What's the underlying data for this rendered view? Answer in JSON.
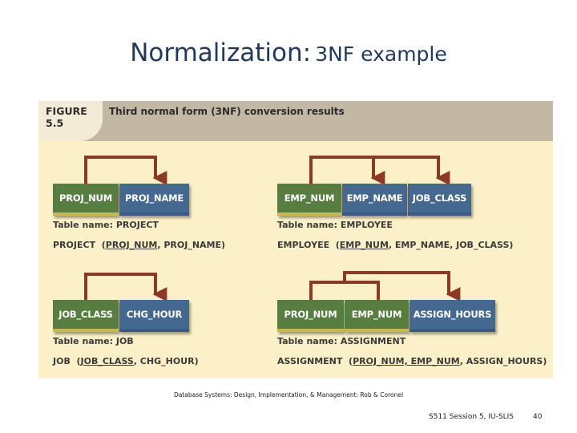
{
  "slide": {
    "title_main": "Normalization:",
    "title_sub": "3NF example"
  },
  "figure": {
    "label_line1": "FIGURE",
    "label_line2": "5.5",
    "title": "Third normal form (3NF) conversion results",
    "tables": [
      {
        "attributes": [
          "PROJ_NUM",
          "PROJ_NAME"
        ],
        "table_name": "Table name: PROJECT",
        "schema_prefix": "PROJECT",
        "schema_key": "PROJ_NUM",
        "schema_rest": ", PROJ_NAME)"
      },
      {
        "attributes": [
          "EMP_NUM",
          "EMP_NAME",
          "JOB_CLASS"
        ],
        "table_name": "Table name: EMPLOYEE",
        "schema_prefix": "EMPLOYEE",
        "schema_key": "EMP_NUM",
        "schema_rest": ", EMP_NAME, JOB_CLASS)"
      },
      {
        "attributes": [
          "JOB_CLASS",
          "CHG_HOUR"
        ],
        "table_name": "Table name: JOB",
        "schema_prefix": "JOB",
        "schema_key": "JOB_CLASS",
        "schema_rest": ", CHG_HOUR)"
      },
      {
        "attributes": [
          "PROJ_NUM",
          "EMP_NUM",
          "ASSIGN_HOURS"
        ],
        "table_name": "Table name: ASSIGNMENT",
        "schema_prefix": "ASSIGNMENT",
        "schema_key": "PROJ_NUM, EMP_NUM",
        "schema_rest": ", ASSIGN_HOURS)"
      }
    ],
    "colors": {
      "key_attribute": "#577d41",
      "non_key_attribute": "#44688f",
      "arrow": "#8e3a22",
      "background": "#fbf0c8",
      "header": "#c2b8a4"
    }
  },
  "caption": "Database Systems: Design, Implementation, & Management: Rob & Coronel",
  "footer": {
    "course": "S511 Session 5, IU-SLIS",
    "page": "40"
  }
}
